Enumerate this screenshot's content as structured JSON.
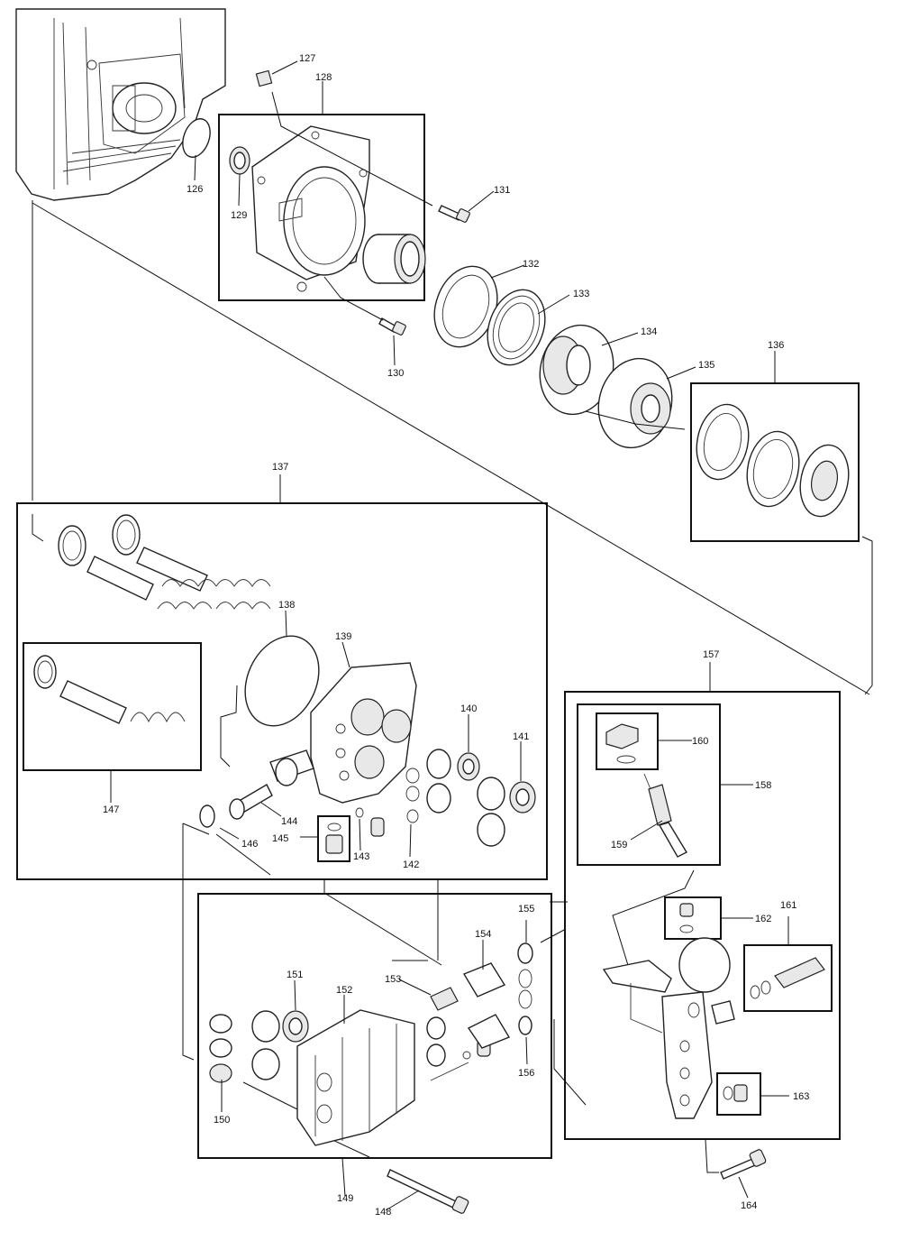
{
  "diagram": {
    "labels": {
      "p126": "126",
      "p127": "127",
      "p128": "128",
      "p129": "129",
      "p130": "130",
      "p131": "131",
      "p132": "132",
      "p133": "133",
      "p134": "134",
      "p135": "135",
      "p136": "136",
      "p137": "137",
      "p138": "138",
      "p139": "139",
      "p140": "140",
      "p141": "141",
      "p142": "142",
      "p143": "143",
      "p144": "144",
      "p145": "145",
      "p146": "146",
      "p147": "147",
      "p148": "148",
      "p149": "149",
      "p150": "150",
      "p151": "151",
      "p152": "152",
      "p153": "153",
      "p154": "154",
      "p155": "155",
      "p156": "156",
      "p157": "157",
      "p158": "158",
      "p159": "159",
      "p160": "160",
      "p161": "161",
      "p162": "162",
      "p163": "163",
      "p164": "164"
    }
  }
}
